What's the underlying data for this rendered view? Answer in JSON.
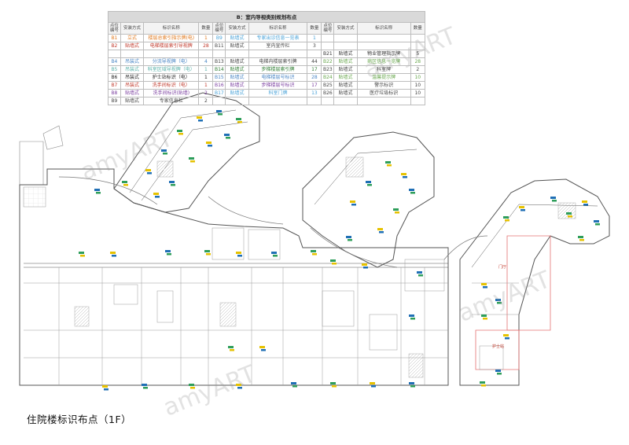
{
  "table": {
    "title": "B：室内导视类别规划布点",
    "headers_left": [
      "点位编号",
      "安装方式",
      "标识名称",
      "数量"
    ],
    "headers_mid": [
      "点位编号",
      "安装方式",
      "标识名称",
      "数量"
    ],
    "headers_right": [
      "点位编号",
      "安装方式",
      "标识名称",
      "数量"
    ],
    "rows": [
      {
        "c": [
          "B1",
          "立式",
          "楼层总索引指示牌(电)",
          "1",
          "B9",
          "贴墙式",
          "专家出诊信息一览表",
          "1",
          "",
          "",
          "",
          ""
        ],
        "color": "#e07a1f",
        "mid_color": "#4aa3d8",
        "right_color": "#444"
      },
      {
        "c": [
          "B2",
          "贴墙式",
          "电梯楼层索引导视牌",
          "28",
          "B11",
          "贴墙式",
          "室内宣传栏",
          "3",
          "",
          "",
          "",
          ""
        ],
        "color": "#c0392b",
        "mid_color": "#444",
        "right_color": "#444"
      },
      {
        "c": [
          "",
          "",
          "",
          "",
          "",
          "",
          "",
          "",
          "B21",
          "贴墙式",
          "物业管理指示牌",
          "5"
        ],
        "color": "#444",
        "mid_color": "#444",
        "right_color": "#333"
      },
      {
        "c": [
          "B4",
          "吊装式",
          "分流导视牌（电）",
          "4",
          "B13",
          "贴墙式",
          "电梯内楼层索引牌",
          "44",
          "B22",
          "贴墙式",
          "病区信息一览牌",
          "28"
        ],
        "color": "#4a86c5",
        "mid_color": "#444",
        "right_color": "#6aa84f"
      },
      {
        "c": [
          "B5",
          "吊装式",
          "科室区域导视牌（电）",
          "1",
          "B14",
          "贴墙式",
          "步梯楼层索引牌",
          "17",
          "B23",
          "贴墙式",
          "科室牌",
          "2"
        ],
        "color": "#58b0a8",
        "mid_color": "#2e7d32",
        "right_color": "#444"
      },
      {
        "c": [
          "B6",
          "吊装式",
          "护士站标识（电）",
          "1",
          "B15",
          "贴墙式",
          "电梯楼层号标识",
          "28",
          "B24",
          "贴墙式",
          "温馨提示牌",
          "10"
        ],
        "color": "#222",
        "mid_color": "#4a86c5",
        "right_color": "#6aa84f"
      },
      {
        "c": [
          "B7",
          "吊装式",
          "洗手间标识（电）",
          "1",
          "B16",
          "贴墙式",
          "步梯楼层号标识",
          "17",
          "B25",
          "贴墙式",
          "警示标识",
          "10"
        ],
        "color": "#c0392b",
        "mid_color": "#7b3fa0",
        "right_color": "#444"
      },
      {
        "c": [
          "B8",
          "贴墙式",
          "洗手间标识(贴墙)",
          "2",
          "B17",
          "贴墙式",
          "科室门牌",
          "13",
          "B26",
          "贴墙式",
          "医疗垃圾标识",
          "10"
        ],
        "color": "#7b3fa0",
        "mid_color": "#4aa3d8",
        "right_color": "#444"
      },
      {
        "c": [
          "B9",
          "贴墙式",
          "专家信息栏",
          "2",
          "",
          "",
          "",
          "",
          "",
          "",
          "",
          ""
        ],
        "color": "#444",
        "mid_color": "#444",
        "right_color": "#444"
      }
    ]
  },
  "caption": "住院楼标识布点（1F）",
  "watermark": "amyART",
  "plan_labels": {
    "lobby": "门厅",
    "nurse": "护士站"
  },
  "colors": {
    "wall": "#555555",
    "thin": "#8a8a8a",
    "stair": "#9a9a9a",
    "marker_blue": "#1f6fb5",
    "marker_green": "#2e9e5a",
    "marker_yellow": "#e6c200",
    "red_zone": "#e57373"
  }
}
